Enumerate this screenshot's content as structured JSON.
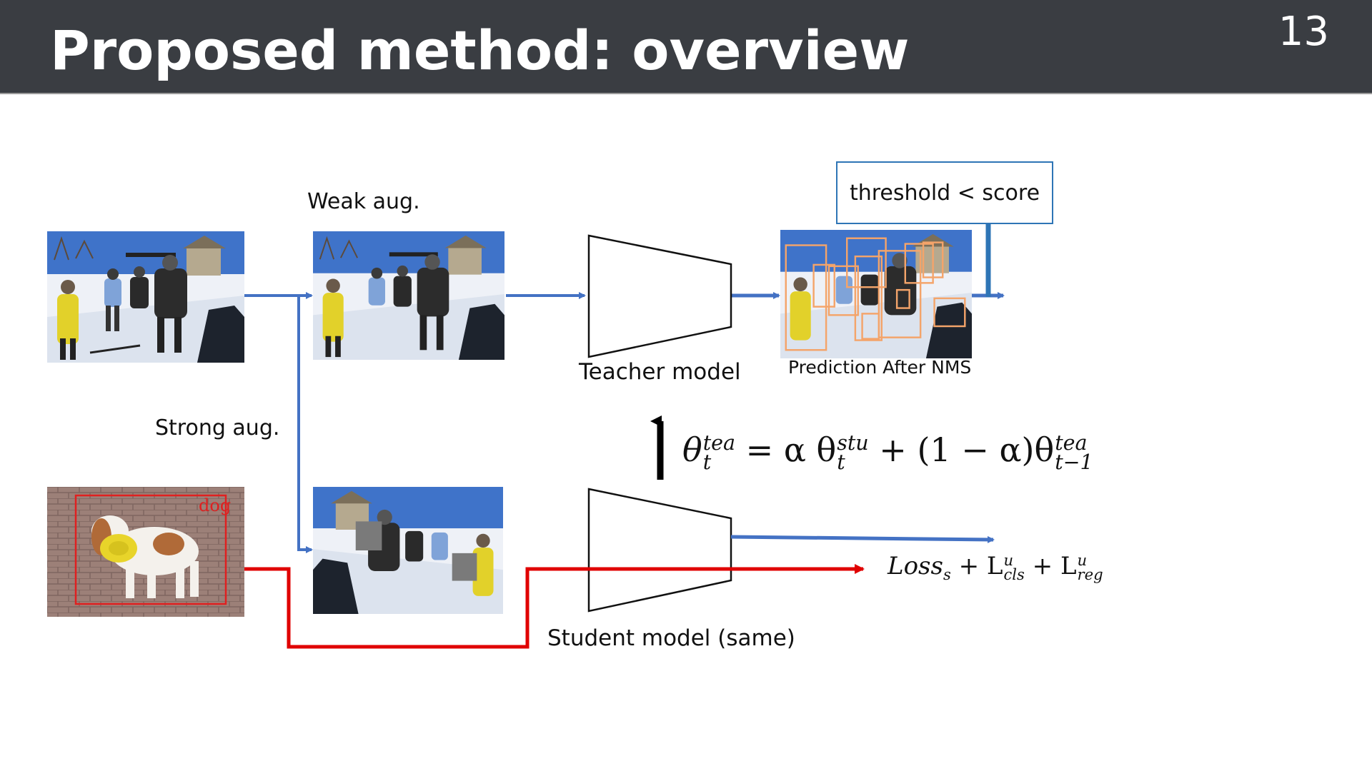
{
  "header": {
    "title": "Proposed method: overview",
    "page_number": "13"
  },
  "labels": {
    "weak_aug": "Weak aug.",
    "strong_aug": "Strong aug.",
    "teacher_model": "Teacher model",
    "student_model": "Student model (same)",
    "prediction_after_nms": "Prediction After NMS",
    "threshold": "threshold < score",
    "dog_label": "dog"
  },
  "formula": {
    "theta": "θ",
    "tea": "tea",
    "stu": "stu",
    "t": "t",
    "t_minus_1": "t−1",
    "eq_alpha": " = α θ",
    "plus_one_minus_alpha": " + (1 − α)θ"
  },
  "loss": {
    "base": "Loss",
    "base_sub": "s",
    "plus1": " + L",
    "cls_sup": "u",
    "cls_sub": "cls",
    "plus2": " + L",
    "reg_sup": "u",
    "reg_sub": "reg"
  },
  "colors": {
    "header_bg": "#3a3d42",
    "blue_line": "#4472c4",
    "red_line": "#e00000",
    "box_border": "#2e75b6",
    "detection_box": "#f4a46a"
  }
}
